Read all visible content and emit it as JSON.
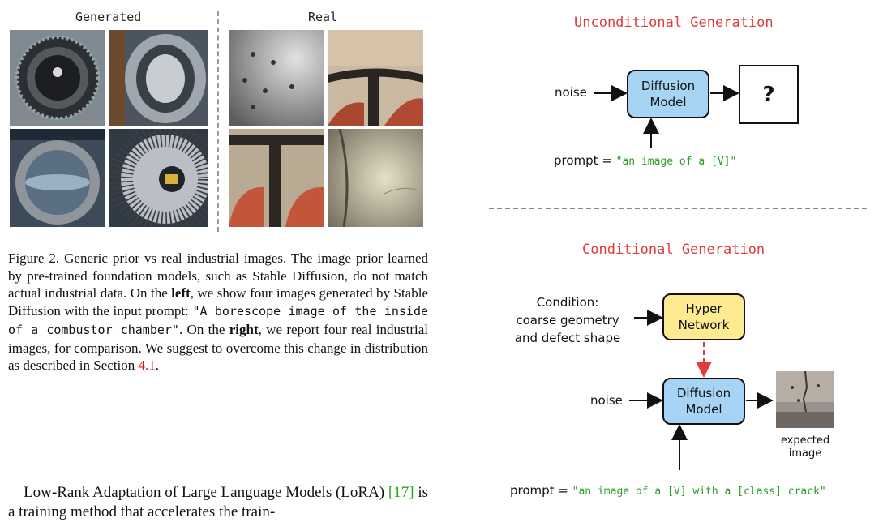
{
  "figure": {
    "generated_label": "Generated",
    "real_label": "Real",
    "caption": {
      "p1": "Figure 2.  Generic prior vs real industrial images.  The image prior learned by pre-trained foundation models, such as Stable Diffusion, do not match actual industrial data.  On the ",
      "left": "left",
      "p2": ", we show four images generated by Stable Diffusion with the input prompt: ",
      "code": "\"A borescope image of the inside of a combustor chamber\"",
      "p3": ".  On the ",
      "right": "right",
      "p4": ", we report four real industrial images, for comparison.  We suggest to overcome this change in distribution as described in Section ",
      "section_ref": "4.1",
      "p5": "."
    }
  },
  "body": {
    "text1": "Low-Rank Adaptation of Large Language Models (LoRA) ",
    "ref": "[17]",
    "text2": " is a training method that accelerates the train-"
  },
  "diagram": {
    "unconditional": {
      "title": "Unconditional Generation",
      "noise": "noise",
      "model_l1": "Diffusion",
      "model_l2": "Model",
      "output": "?",
      "prompt_label": "prompt = ",
      "prompt_value": "\"an image of a [V]\""
    },
    "conditional": {
      "title": "Conditional Generation",
      "cond_l1": "Condition:",
      "cond_l2": "coarse geometry",
      "cond_l3": "and defect shape",
      "hyper_l1": "Hyper",
      "hyper_l2": "Network",
      "noise": "noise",
      "model_l1": "Diffusion",
      "model_l2": "Model",
      "expected_l1": "expected",
      "expected_l2": "image",
      "prompt_label": "prompt = ",
      "prompt_value": "\"an image of a [V] with a [class] crack\""
    }
  },
  "colors": {
    "title_red": "#e23b3b",
    "model_blue": "#a7d3f5",
    "hyper_yellow": "#fdea91",
    "prompt_green": "#2a9d2a",
    "dashed_arrow": "#e23b3b"
  }
}
